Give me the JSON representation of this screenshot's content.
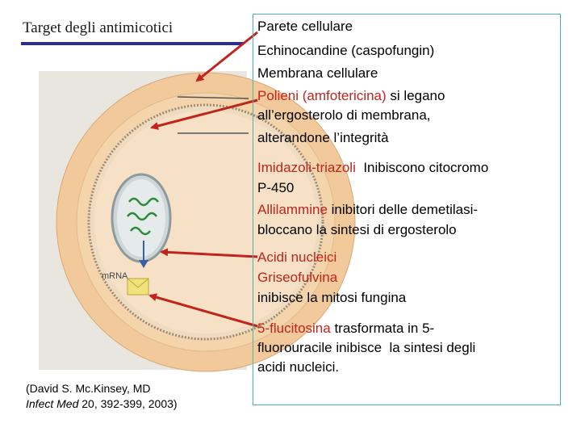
{
  "title": "Target degli antimicotici",
  "colors": {
    "title_rule": "#2d2d8c",
    "highlight": "#c0241c",
    "arrow": "#c0241c",
    "box_border": "#4fb5a8"
  },
  "diagram": {
    "mrna_label": "mRNA"
  },
  "items": {
    "parete": "Parete cellulare",
    "echinocandine": "Echinocandine (caspofungin)",
    "membrana": "Membrana cellulare",
    "polieni_red": "Polieni (amfotericina)",
    "polieni_rest": " si legano",
    "polieni_l2": "all’ergosterolo di membrana,",
    "polieni_l3": "alterandone l’integrità",
    "imidazoli_red": "Imidazoli-triazoli",
    "imidazoli_rest": "  Inibiscono citocromo",
    "imidazoli_l2": "P-450",
    "allilammine_red": "Allilammine",
    "allilammine_rest": " inibitori delle demetilasi-",
    "allilammine_l2": "bloccano la sintesi di ergosterolo",
    "acidi_red": "Acidi nucleici",
    "griseo_red": "Griseofulvina",
    "griseo_l2": "inibisce la mitosi fungina",
    "flucit_red": "5-flucitosina",
    "flucit_rest": " trasformata in 5-",
    "flucit_l2": "fluorouracile inibisce  la sintesi degli",
    "flucit_l3": "acidi nucleici."
  },
  "citation": {
    "line1": "(David S. Mc.Kinsey, MD",
    "journal": "Infect Med",
    "details": " 20, 392-399, 2003)"
  }
}
